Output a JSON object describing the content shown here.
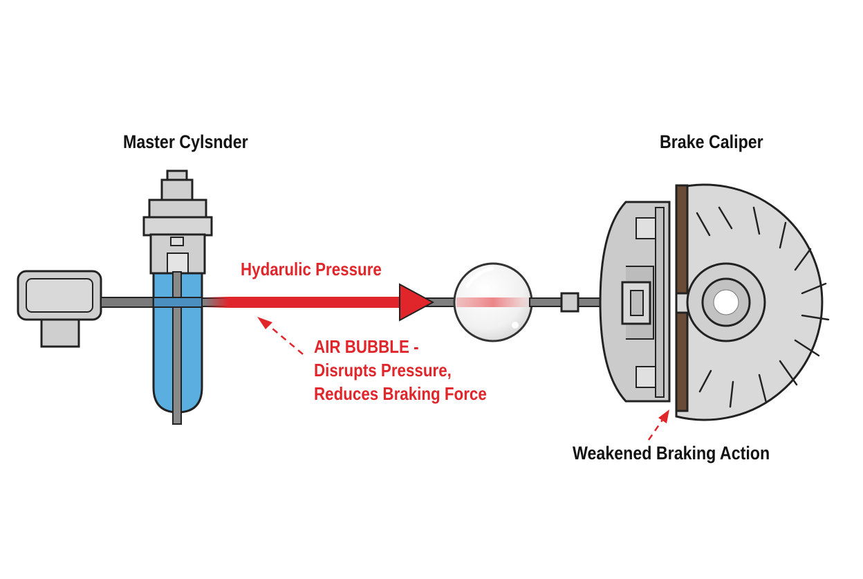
{
  "labels": {
    "master_cylinder": "Master Cylsnder",
    "brake_caliper": "Brake Caliper",
    "hydraulic_pressure": "Hydarulic Pressure",
    "air_bubble_lines": [
      "AIR BUBBLE -",
      "Disrupts Pressure,",
      "Reduces Braking Force"
    ],
    "weakened_action": "Weakened Braking Action"
  },
  "colors": {
    "accent_red": "#e0262b",
    "fluid_blue": "#5aaee0",
    "metal_gray": "#cfcfcf",
    "outline": "#222222",
    "brake_pad": "#6a4b35"
  }
}
